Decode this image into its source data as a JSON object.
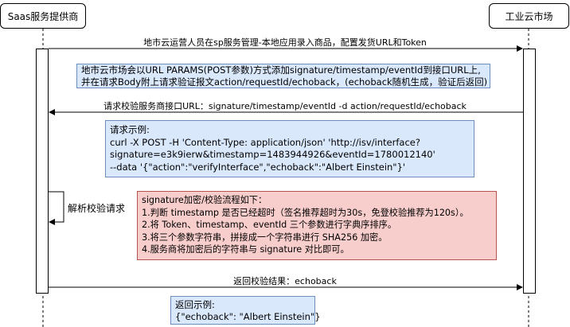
{
  "actors": {
    "left": "Saas服务提供商",
    "right": "工业云市场"
  },
  "messages": {
    "m1": "地市云运营人员在sp服务管理-本地应用录入商品，配置发货URL和Token",
    "m2": "请求校验服务商接口URL：signature/timestamp/eventId  -d action/requestId/echoback",
    "m3": "解析校验请求",
    "m4": "返回校验结果：echoback"
  },
  "notes": {
    "n1": [
      "地市云市场会以URL PARAMS(POST参数)方式添加signature/timestamp/eventId到接口URL上,",
      "并在请求Body附上请求验证报文action/requestId/echoback，(echoback随机生成，验证后返回)"
    ],
    "n2": [
      "请求示例:",
      "curl -X POST -H 'Content-Type: application/json' 'http://isv/interface?",
      "signature=e3k9ierw&timestamp=1483944926&eventId=1780012140'",
      "--data '{\"action\":\"verifyInterface\",\"echoback\":\"Albert Einstein\"}'"
    ],
    "n3": [
      "signature加密/校验流程如下：",
      "1.判断 timestamp 是否已经超时（签名推荐超时为30s，免登校验推荐为120s）。",
      "2.将 Token、timestamp、eventId 三个参数进行字典序排序。",
      "3.将三个参数字符串，拼接成一个字符串进行 SHA256 加密。",
      "4.服务商将加密后的字符串与 signature 对比即可。"
    ],
    "n4": [
      "返回示例:",
      "{\"echoback\": \"Albert Einstein\"}"
    ]
  }
}
